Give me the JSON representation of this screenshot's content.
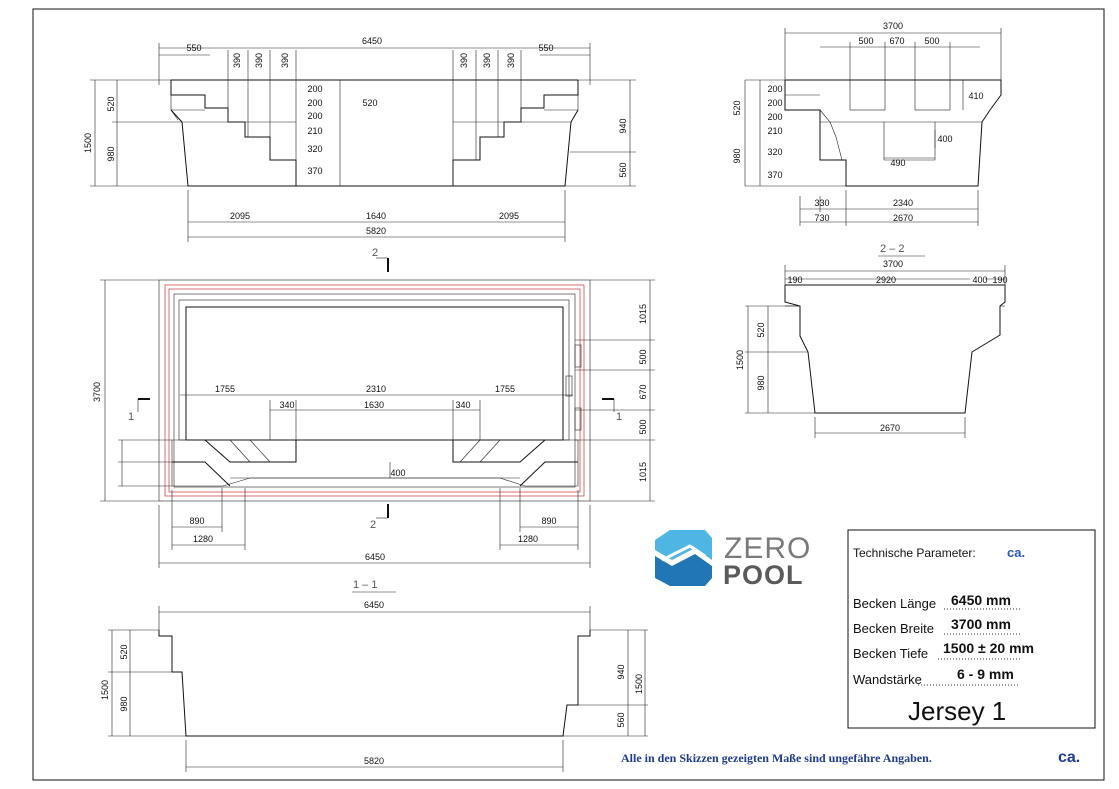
{
  "brand": {
    "line1": "ZERO",
    "line2": "POOL",
    "colors": {
      "top": "#4fb6e3",
      "bottom": "#2176b6",
      "text_top": "#7a7a7a",
      "text_bottom": "#5a5a5a"
    }
  },
  "params": {
    "title": "Technische Parameter:",
    "title_suffix": "ca.",
    "rows": [
      {
        "label": "Becken Länge",
        "value": "6450 mm"
      },
      {
        "label": "Becken Breite",
        "value": "3700 mm"
      },
      {
        "label": "Becken Tiefe",
        "value": "1500 ± 20 mm"
      },
      {
        "label": "Wandstärke",
        "value": "6 - 9 mm"
      }
    ],
    "model": "Jersey 1"
  },
  "footer": {
    "note": "Alle in den Skizzen gezeigten Maße sind ungefähre Angaben.",
    "ca": "ca."
  },
  "sections": {
    "s22": "2 – 2",
    "s11": "1 – 1",
    "mark1": "1",
    "mark2": "2"
  },
  "dims": {
    "tl": {
      "d6450": "6450",
      "d550a": "550",
      "d550b": "550",
      "d390": "390",
      "d200": "200",
      "d210": "210",
      "d320": "320",
      "d370": "370",
      "d520": "520",
      "d1500": "1500",
      "d980": "980",
      "d940": "940",
      "d560": "560",
      "d2095": "2095",
      "d1640": "1640",
      "d5820": "5820"
    },
    "tr": {
      "d3700": "3700",
      "d500": "500",
      "d670": "670",
      "d410": "410",
      "d400": "400",
      "d490": "490",
      "d200": "200",
      "d210": "210",
      "d320": "320",
      "d370": "370",
      "d520": "520",
      "d980": "980",
      "d330": "330",
      "d730": "730",
      "d2340": "2340",
      "d2670": "2670"
    },
    "plan": {
      "d3700": "3700",
      "d1015": "1015",
      "d500": "500",
      "d670": "670",
      "d1755": "1755",
      "d2310": "2310",
      "d340": "340",
      "d1630": "1630",
      "d400": "400",
      "d890": "890",
      "d1280": "1280",
      "d6450": "6450"
    },
    "s2": {
      "d3700": "3700",
      "d190": "190",
      "d2920": "2920",
      "d400": "400",
      "d520": "520",
      "d1500": "1500",
      "d980": "980",
      "d2670": "2670"
    },
    "s1": {
      "d6450": "6450",
      "d520": "520",
      "d1500": "1500",
      "d980": "980",
      "d940": "940",
      "d560": "560",
      "d5820": "5820"
    }
  }
}
